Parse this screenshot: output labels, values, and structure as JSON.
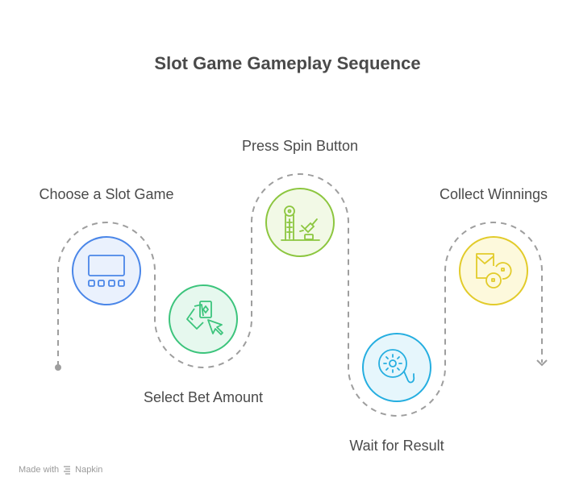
{
  "title": "Slot Game Gameplay Sequence",
  "steps": [
    {
      "label": "Choose a Slot Game",
      "icon": "slot-machine-icon",
      "stroke": "#4a86e8",
      "fill": "#eaf1fd"
    },
    {
      "label": "Select Bet Amount",
      "icon": "playing-cards-cursor-icon",
      "stroke": "#3cc47c",
      "fill": "#e6f8ee"
    },
    {
      "label": "Press Spin Button",
      "icon": "strength-tester-icon",
      "stroke": "#8cc63f",
      "fill": "#f2f9e6"
    },
    {
      "label": "Wait for Result",
      "icon": "reel-icon",
      "stroke": "#25aee0",
      "fill": "#e6f6fc"
    },
    {
      "label": "Collect Winnings",
      "icon": "envelope-coins-icon",
      "stroke": "#e2cb2a",
      "fill": "#fdf9dc"
    }
  ],
  "path_color": "#9e9e9e",
  "footer": {
    "made_with": "Made with",
    "brand": "Napkin"
  }
}
